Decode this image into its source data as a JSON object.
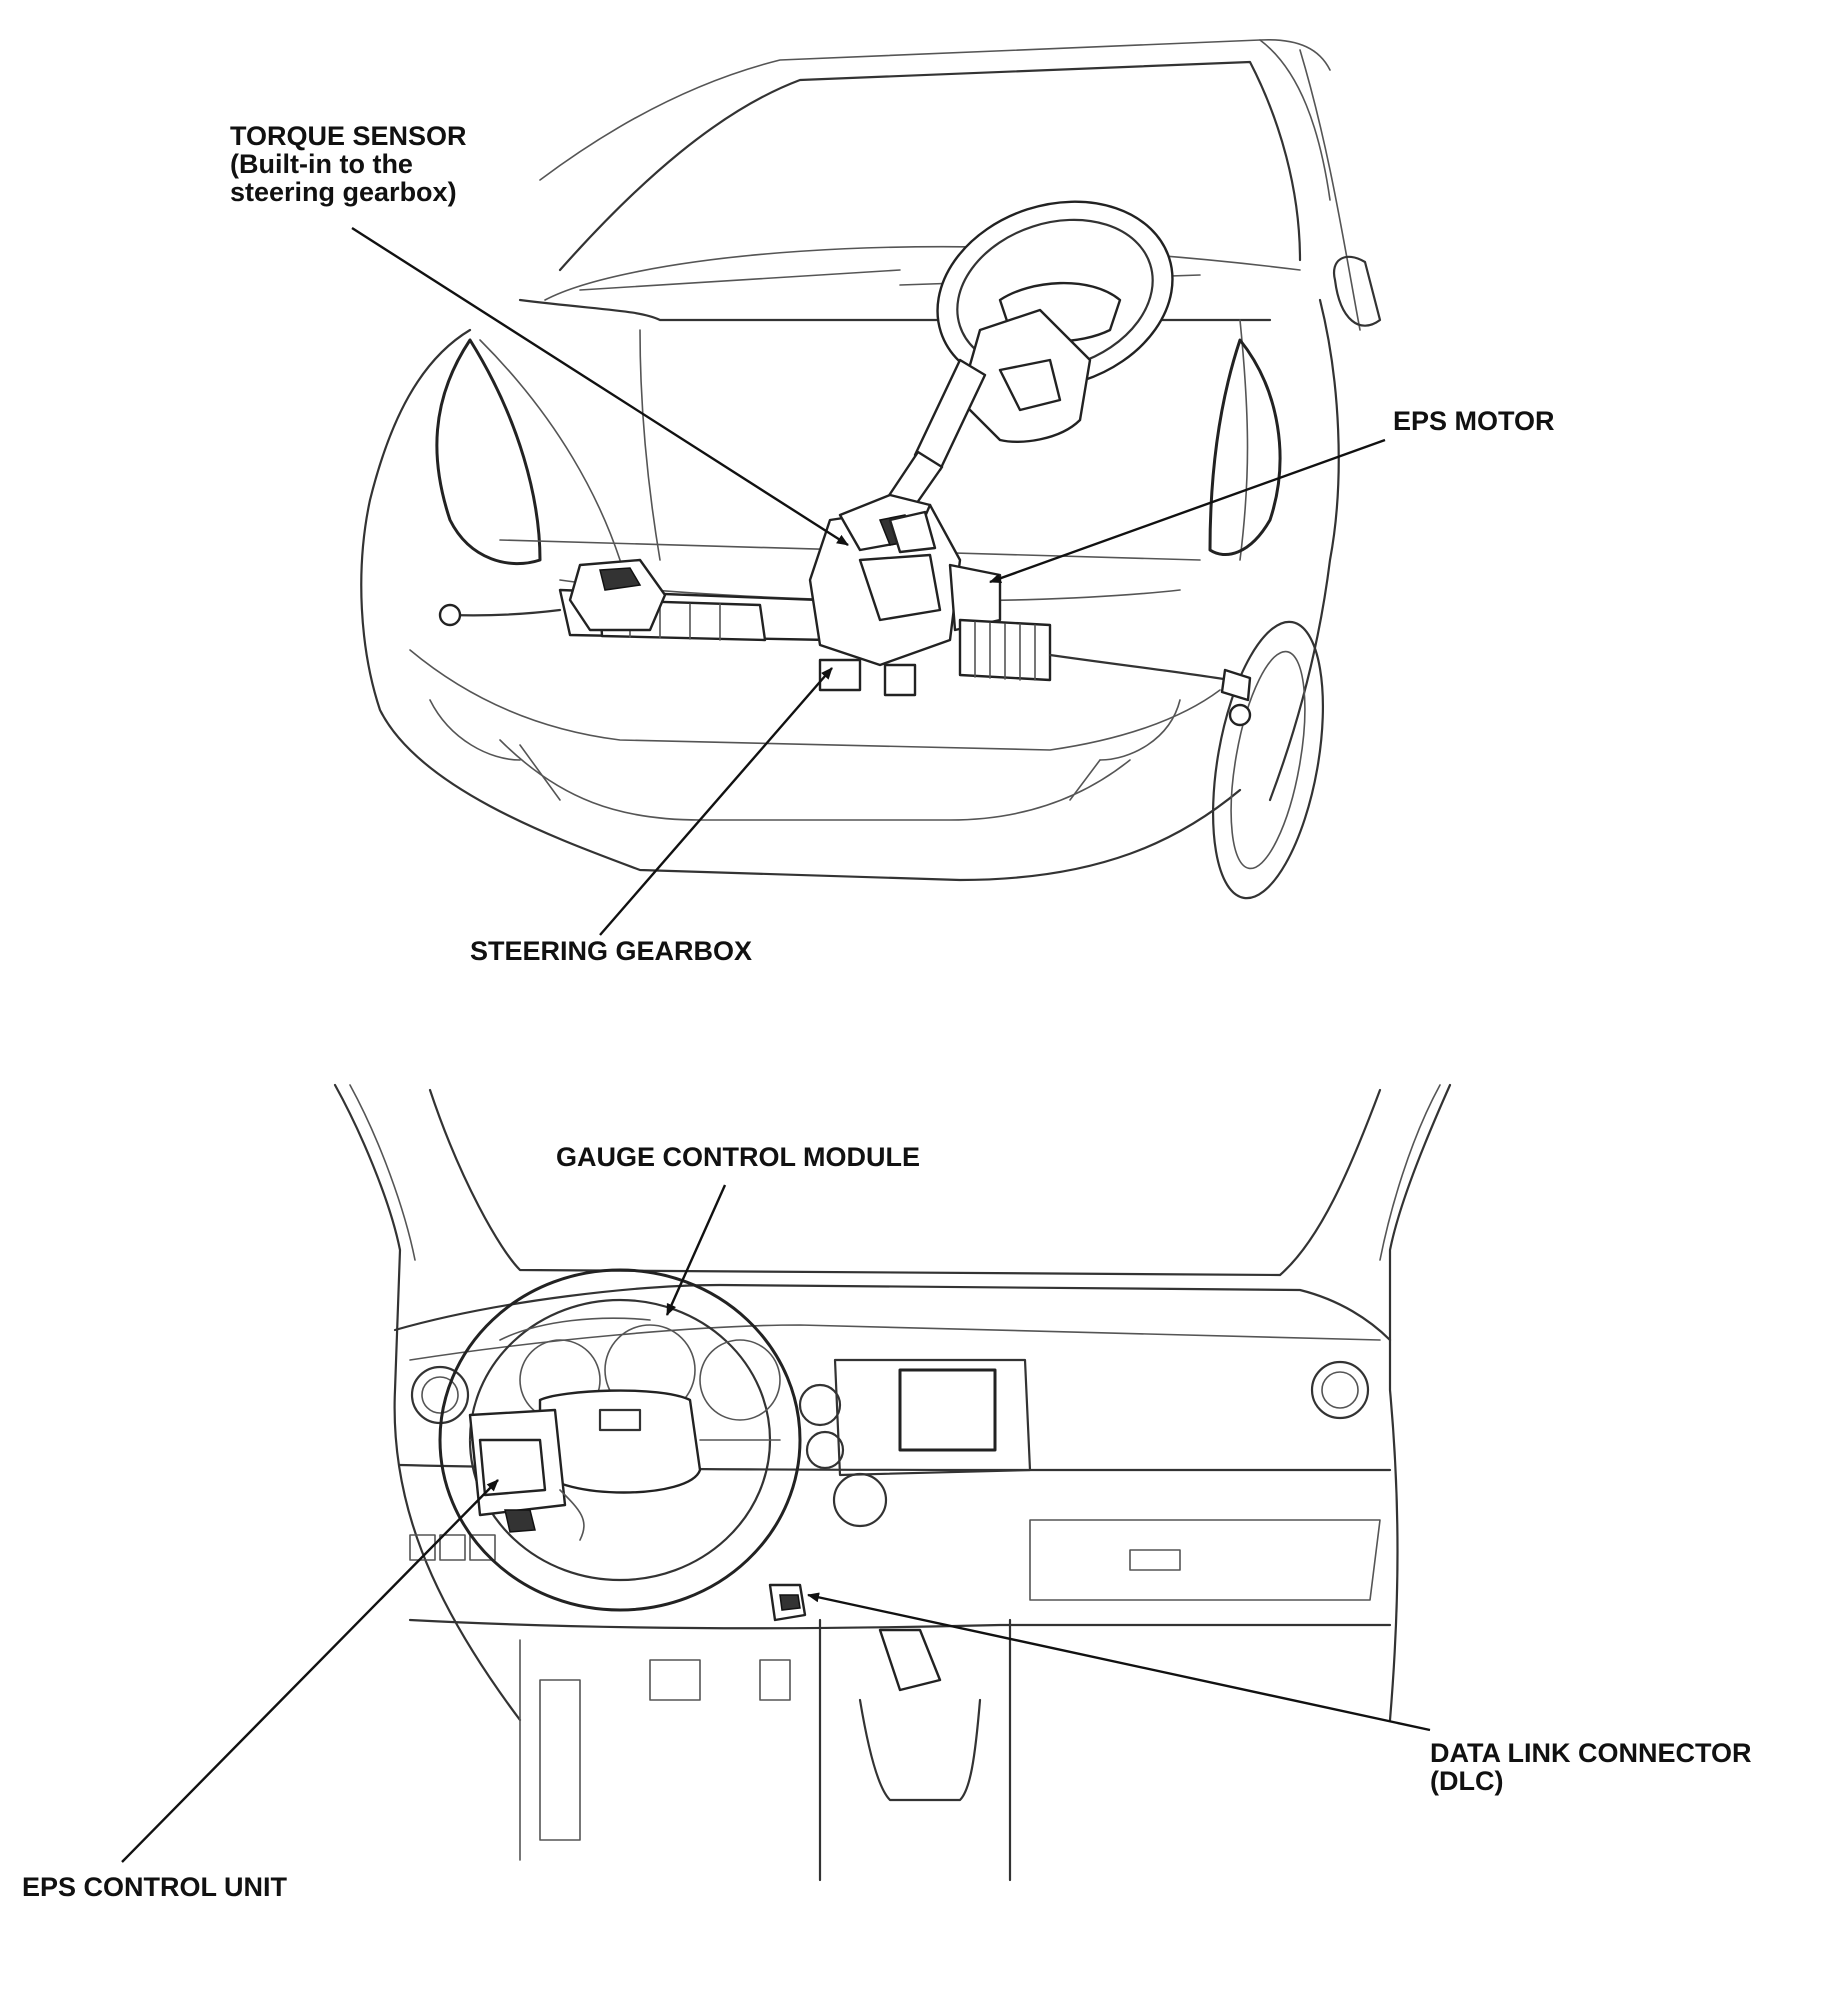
{
  "labels": {
    "torque_sensor": [
      "TORQUE SENSOR",
      "(Built-in to the",
      "steering gearbox)"
    ],
    "eps_motor": "EPS MOTOR",
    "steering_gearbox": "STEERING GEARBOX",
    "gauge_control_module": "GAUGE CONTROL MODULE",
    "data_link_connector": [
      "DATA LINK CONNECTOR",
      "(DLC)"
    ],
    "eps_control_unit": "EPS CONTROL UNIT"
  }
}
